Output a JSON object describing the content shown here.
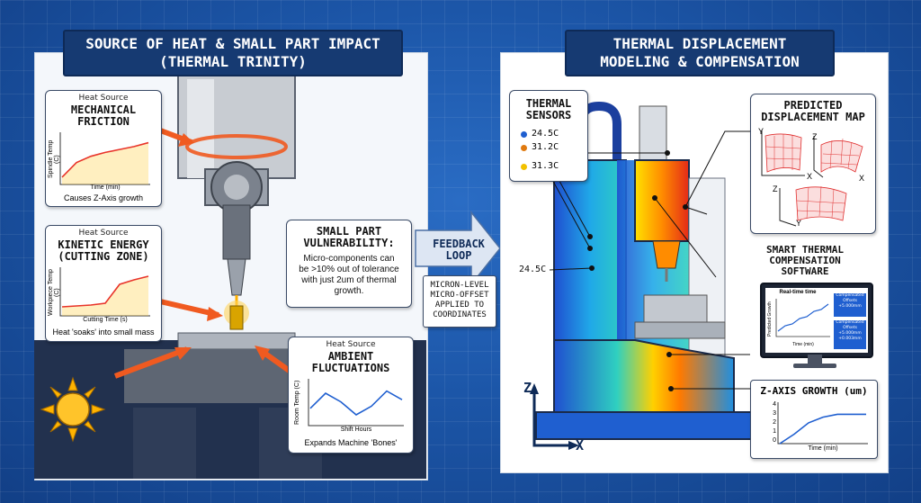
{
  "left": {
    "title_line1": "SOURCE OF HEAT & SMALL PART IMPACT",
    "title_line2": "(THERMAL TRINITY)",
    "heat_sources": [
      {
        "kicker": "Heat Source",
        "name_line1": "MECHANICAL",
        "name_line2": "FRICTION",
        "ylabel": "Spindle Temp (C)",
        "xlabel": "Time (min)",
        "caption": "Causes Z-Axis growth"
      },
      {
        "kicker": "Heat Source",
        "name_line1": "KINETIC ENERGY",
        "name_line2": "(CUTTING ZONE)",
        "ylabel": "Workpiece Temp (C)",
        "xlabel": "Cutting Time (s)",
        "caption": "Heat 'soaks' into small mass"
      },
      {
        "kicker": "Heat Source",
        "name_line1": "AMBIENT",
        "name_line2": "FLUCTUATIONS",
        "ylabel": "Room Temp (C)",
        "xlabel": "Shift Hours",
        "caption": "Expands Machine 'Bones'"
      }
    ],
    "vulnerability": {
      "title_line1": "SMALL PART",
      "title_line2": "VULNERABILITY:",
      "body": [
        "Micro-components can",
        "be >10% out of tolerance",
        "with just 2um of thermal",
        "growth."
      ]
    }
  },
  "feedback": {
    "title_line1": "FEEDBACK",
    "title_line2": "LOOP",
    "body": [
      "MICRON-LEVEL",
      "MICRO-OFFSET",
      "APPLIED TO",
      "COORDINATES"
    ]
  },
  "right": {
    "title_line1": "THERMAL DISPLACEMENT",
    "title_line2": "MODELING & COMPENSATION",
    "sensors": {
      "title_line1": "THERMAL",
      "title_line2": "SENSORS",
      "readings": [
        {
          "value": "24.5C",
          "color": "#1f5fd0"
        },
        {
          "value": "31.2C",
          "color": "#e07a10"
        },
        {
          "value": "31.3C",
          "color": "#f2c100"
        }
      ]
    },
    "side_reading": "24.5C",
    "displacement": {
      "title_line1": "PREDICTED",
      "title_line2": "DISPLACEMENT MAP",
      "axes": [
        "Y",
        "X",
        "Z",
        "X",
        "Z",
        "Y"
      ]
    },
    "software": {
      "title_line1": "SMART THERMAL",
      "title_line2": "COMPENSATION",
      "title_line3": "SOFTWARE",
      "screen_title": "Real-time time",
      "ylabel": "Predicted Growth",
      "xlabel": "Time (min)",
      "offsets": [
        "Compensated",
        "Offsets",
        "+5.000mm",
        "Compensated",
        "Offsets",
        "+5.000mm",
        "+0.003mm"
      ]
    },
    "zgrowth": {
      "title": "Z-AXIS GROWTH (um)",
      "xlabel": "Time (min)",
      "yticks": [
        "4",
        "3",
        "2",
        "1",
        "0"
      ]
    },
    "axes": {
      "z": "Z",
      "x": "X"
    }
  },
  "colors": {
    "navy": "#163a72",
    "heat_red": "#e8342a",
    "cool_blue": "#1f5fd0",
    "hot_yellow": "#f2c100"
  },
  "chart_data": [
    {
      "type": "line",
      "title": "MECHANICAL FRICTION",
      "xlabel": "Time (min)",
      "ylabel": "Spindle Temp (C)",
      "series": [
        {
          "values": [
            0.15,
            0.45,
            0.58,
            0.66,
            0.72,
            0.78,
            0.86
          ]
        }
      ]
    },
    {
      "type": "line",
      "title": "KINETIC ENERGY (CUTTING ZONE)",
      "xlabel": "Cutting Time (s)",
      "ylabel": "Workpiece Temp (C)",
      "series": [
        {
          "values": [
            0.2,
            0.22,
            0.24,
            0.28,
            0.7,
            0.8,
            0.88
          ]
        }
      ]
    },
    {
      "type": "line",
      "title": "AMBIENT FLUCTUATIONS",
      "xlabel": "Shift Hours",
      "ylabel": "Room Temp (C)",
      "series": [
        {
          "values": [
            0.4,
            0.75,
            0.55,
            0.25,
            0.45,
            0.8,
            0.6
          ]
        }
      ]
    },
    {
      "type": "line",
      "title": "Z-AXIS GROWTH (um)",
      "xlabel": "Time (min)",
      "ylim": [
        0,
        4
      ],
      "series": [
        {
          "values": [
            0,
            1,
            2.2,
            2.8,
            3.1,
            3.1,
            3.1
          ]
        }
      ]
    }
  ]
}
